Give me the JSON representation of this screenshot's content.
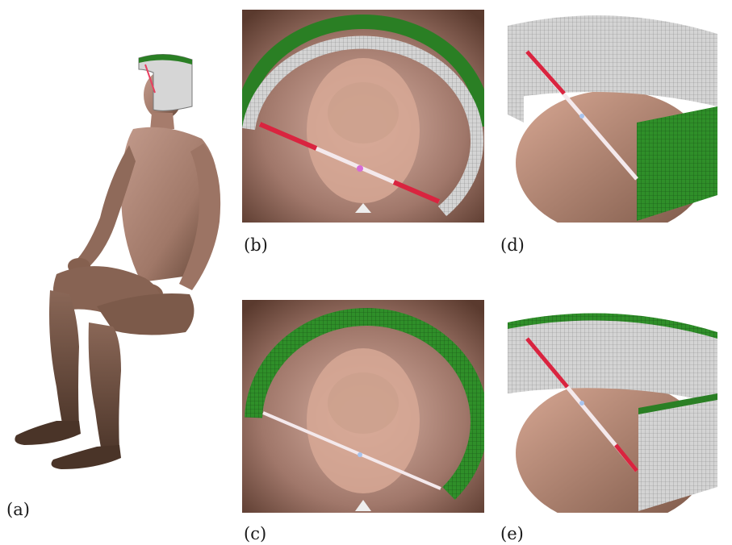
{
  "figure": {
    "panels": [
      {
        "id": "a",
        "label": "(a)",
        "content": "seated-human-model"
      },
      {
        "id": "b",
        "label": "(b)",
        "content": "top-view-gray-ring"
      },
      {
        "id": "c",
        "label": "(c)",
        "content": "top-view-green-ring"
      },
      {
        "id": "d",
        "label": "(d)",
        "content": "oblique-view-green-outer"
      },
      {
        "id": "e",
        "label": "(e)",
        "content": "oblique-view-gray-outer"
      }
    ]
  },
  "colors": {
    "skin": "#b98f80",
    "skin_dark": "#5e4032",
    "ring_green": "#2a7f24",
    "ring_gray": "#c9c9c9",
    "beam_red": "#d9243f",
    "beam_white": "#f4e9ec"
  }
}
